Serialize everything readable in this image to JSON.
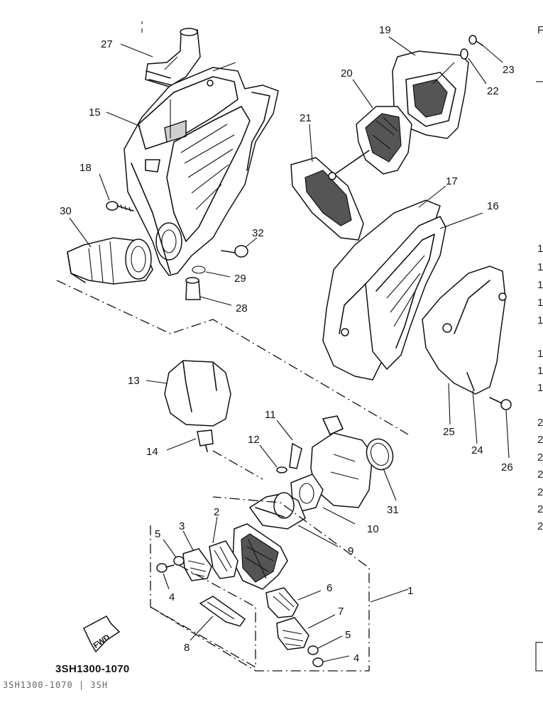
{
  "diagram": {
    "part_number": "3SH1300-1070",
    "fwd_label": "FWD",
    "callouts": [
      "1",
      "2",
      "3",
      "4",
      "5",
      "6",
      "7",
      "8",
      "9",
      "10",
      "11",
      "12",
      "13",
      "14",
      "15",
      "16",
      "17",
      "18",
      "19",
      "20",
      "21",
      "22",
      "23",
      "24",
      "25",
      "26",
      "27",
      "28",
      "29",
      "30",
      "31",
      "32"
    ],
    "callouts_extra": [
      "4",
      "5"
    ],
    "edge_letters": [
      "F",
      "1",
      "1",
      "1",
      "1",
      "1",
      "1",
      "1",
      "1",
      "2",
      "2",
      "2",
      "2",
      "2",
      "2",
      "2"
    ],
    "footer_noise": "3SH1300-1070 | 3SH"
  }
}
